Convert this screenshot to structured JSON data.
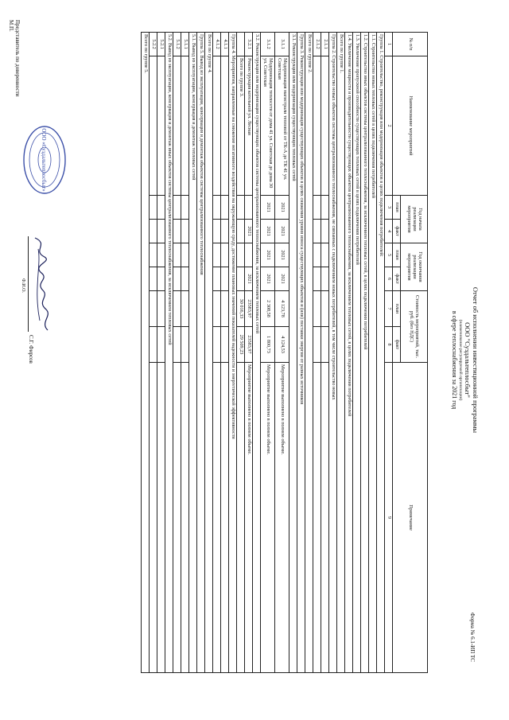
{
  "form_number": "Форма № 6.1-ИП ТС",
  "header": {
    "line1": "Отчет об исполнении инвестиционной программы",
    "org": "ООО \"Суздальтеплосбыт\"",
    "org_caption": "(наименование регулируемой организации)",
    "line3": "в сфере теплоснабжения за 2021 год"
  },
  "table": {
    "headers": {
      "num": "№ п/п",
      "name": "Наименование мероприятий",
      "start_year": "Год начала реализации мероприятия",
      "end_year": "Год окончания реализации мероприятия",
      "cost": "Стоимость мероприятий, тыс. руб. (без НДС)",
      "note": "Примечание",
      "plan": "план",
      "fact": "факт"
    },
    "col_numbers": [
      "1",
      "2",
      "3",
      "4",
      "5",
      "6",
      "7",
      "8",
      "9"
    ],
    "rows": [
      {
        "type": "section",
        "text": "Группа 1. Строительство, реконструкция или модернизация объектов в целях подключения потребителей:"
      },
      {
        "type": "section",
        "text": "1.1. Строительство новых тепловых сетей в целях подключения потребителей"
      },
      {
        "type": "section",
        "text": "1.2. Строительство иных объектов системы централизованного теплоснабжения, за исключением тепловых сетей, в целях подключения потребителей"
      },
      {
        "type": "section",
        "text": "1.3. Увеличение пропускной способности существующих тепловых сетей в целях подключения потребителей"
      },
      {
        "type": "section",
        "text": "1.4. Увеличение мощности и производительности существующих объектов централизованного теплоснабжения, за исключением тепловых сетей, в целях подключения потребителей"
      },
      {
        "type": "section",
        "text": "Всего по группе 1."
      },
      {
        "type": "section",
        "text": "Группа 2. Строительство новых объектов системы централизованного теплоснабжения, не связанных с подключением новых потребителей, в том числе строительство новых"
      },
      {
        "type": "row",
        "num": "2.1.1",
        "name": "",
        "sp": "",
        "sf": "",
        "ep": "",
        "ef": "",
        "cp": "",
        "cf": "",
        "note": ""
      },
      {
        "type": "row",
        "num": "2.1.2",
        "name": "",
        "sp": "",
        "sf": "",
        "ep": "",
        "ef": "",
        "cp": "",
        "cf": "",
        "note": ""
      },
      {
        "type": "section",
        "text": "Всего по группе 2."
      },
      {
        "type": "section",
        "text": "Группа 3. Реконструкция или модернизация существующих объектов в целях снижения уровня износа существующих объектов и (или) поставки энергии от разных источников"
      },
      {
        "type": "section",
        "text": "3.1. Реконструкция или модернизация существующих тепловых сетей"
      },
      {
        "type": "row",
        "tall": true,
        "num": "3.1.1",
        "name": "Модернизация магистрали тепловой от ТК-А до ТК 41 ул. Советская",
        "sp": "2021",
        "sf": "2021",
        "ep": "2021",
        "ef": "2021",
        "cp": "4 123,78",
        "cf": "4 124,53",
        "note": "Мероприятие выполнено в полном объеме."
      },
      {
        "type": "row",
        "tall": true,
        "num": "3.1.2",
        "name": "Модернизация теплосети от дома 41 ул. Советская до дома 30 ул. Советская",
        "sp": "2021",
        "sf": "2021",
        "ep": "2021",
        "ef": "2021",
        "cp": "2 308,58",
        "cf": "1 800,73",
        "note": "Мероприятие выполнено в полном объеме."
      },
      {
        "type": "section",
        "text": "3.2. Реконструкция или модернизация существующих объектов системы централизованного теплоснабжения, за исключением тепловых сетей"
      },
      {
        "type": "row",
        "num": "3.2.1",
        "name": "Реконструкция котельной ул. Лесная",
        "sp": "",
        "sf": "2021",
        "ep": "",
        "ef": "2021",
        "cp": "23583,97",
        "cf": "23583,97",
        "note": "Мероприятие выполнено в полном объеме."
      },
      {
        "type": "row",
        "num": "",
        "name": "Всего по группе 3.",
        "sp": "",
        "sf": "",
        "ep": "",
        "ef": "",
        "cp": "30 016,33",
        "cf": "29 509,23",
        "note": ""
      },
      {
        "type": "section",
        "text": "Группа 4. Мероприятия, направленные на снижение негативного воздействия на окружающую среду, достижение плановых значений показателей надежности и энергетической эффективности"
      },
      {
        "type": "row",
        "num": "4.1.1",
        "name": "",
        "sp": "",
        "sf": "",
        "ep": "",
        "ef": "",
        "cp": "",
        "cf": "",
        "note": ""
      },
      {
        "type": "row",
        "num": "4.1.2",
        "name": "",
        "sp": "",
        "sf": "",
        "ep": "",
        "ef": "",
        "cp": "",
        "cf": "",
        "note": ""
      },
      {
        "type": "section",
        "text": "Всего по группе 4."
      },
      {
        "type": "section",
        "text": "Группа 5. Вывод из эксплуатации, консервация и демонтаж объектов системы централизованного теплоснабжения"
      },
      {
        "type": "section",
        "text": "5.1. Вывод из эксплуатации, консервация и демонтаж тепловых сетей"
      },
      {
        "type": "row",
        "num": "5.1.1",
        "name": "",
        "sp": "",
        "sf": "",
        "ep": "",
        "ef": "",
        "cp": "",
        "cf": "",
        "note": ""
      },
      {
        "type": "row",
        "num": "5.1.2",
        "name": "",
        "sp": "",
        "sf": "",
        "ep": "",
        "ef": "",
        "cp": "",
        "cf": "",
        "note": ""
      },
      {
        "type": "section",
        "text": "5.2. Вывод из эксплуатации, консервация и демонтаж иных объектов системы централизованного теплоснабжения, за исключением тепловых сетей"
      },
      {
        "type": "row",
        "num": "5.2.1",
        "name": "",
        "sp": "",
        "sf": "",
        "ep": "",
        "ef": "",
        "cp": "",
        "cf": "",
        "note": ""
      },
      {
        "type": "row",
        "num": "5.2.2",
        "name": "",
        "sp": "",
        "sf": "",
        "ep": "",
        "ef": "",
        "cp": "",
        "cf": "",
        "note": ""
      },
      {
        "type": "section",
        "text": "Всего по группе 5."
      }
    ]
  },
  "footer": {
    "representative": "Представитель по доверенности",
    "mp": "М.П.",
    "fio_caption": "Ф.И.О.",
    "signatory": "С.Г. Фирсов",
    "seal_text": "ООО «Суздальтеплосбыт»"
  }
}
